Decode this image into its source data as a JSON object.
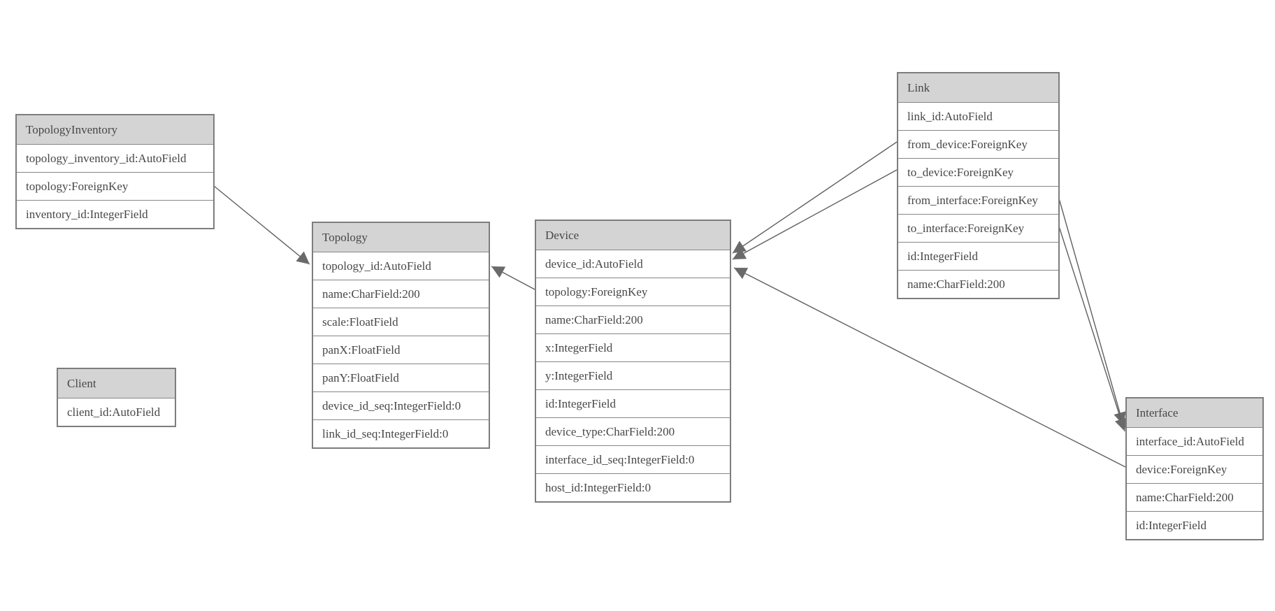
{
  "tables": {
    "topology_inventory": {
      "title": "TopologyInventory",
      "fields": [
        "topology_inventory_id:AutoField",
        "topology:ForeignKey",
        "inventory_id:IntegerField"
      ]
    },
    "topology": {
      "title": "Topology",
      "fields": [
        "topology_id:AutoField",
        "name:CharField:200",
        "scale:FloatField",
        "panX:FloatField",
        "panY:FloatField",
        "device_id_seq:IntegerField:0",
        "link_id_seq:IntegerField:0"
      ]
    },
    "client": {
      "title": "Client",
      "fields": [
        "client_id:AutoField"
      ]
    },
    "device": {
      "title": "Device",
      "fields": [
        "device_id:AutoField",
        "topology:ForeignKey",
        "name:CharField:200",
        "x:IntegerField",
        "y:IntegerField",
        "id:IntegerField",
        "device_type:CharField:200",
        "interface_id_seq:IntegerField:0",
        "host_id:IntegerField:0"
      ]
    },
    "link": {
      "title": "Link",
      "fields": [
        "link_id:AutoField",
        "from_device:ForeignKey",
        "to_device:ForeignKey",
        "from_interface:ForeignKey",
        "to_interface:ForeignKey",
        "id:IntegerField",
        "name:CharField:200"
      ]
    },
    "interface": {
      "title": "Interface",
      "fields": [
        "interface_id:AutoField",
        "device:ForeignKey",
        "name:CharField:200",
        "id:IntegerField"
      ]
    }
  },
  "edges": [
    {
      "from": "TopologyInventory.topology",
      "to": "Topology.topology_id"
    },
    {
      "from": "Device.topology",
      "to": "Topology.topology_id"
    },
    {
      "from": "Link.from_device",
      "to": "Device.device_id"
    },
    {
      "from": "Link.to_device",
      "to": "Device.device_id"
    },
    {
      "from": "Interface.device",
      "to": "Device.device_id"
    },
    {
      "from": "Link.from_interface",
      "to": "Interface.interface_id"
    },
    {
      "from": "Link.to_interface",
      "to": "Interface.interface_id"
    }
  ],
  "colors": {
    "header_fill": "#d4d4d4",
    "table_border": "#7d7d7d",
    "row_separator": "#868686",
    "text": "#474747",
    "edge_line": "#5f5f5f",
    "arrowhead_fill": "#6a6a6a",
    "background": "#ffffff"
  }
}
